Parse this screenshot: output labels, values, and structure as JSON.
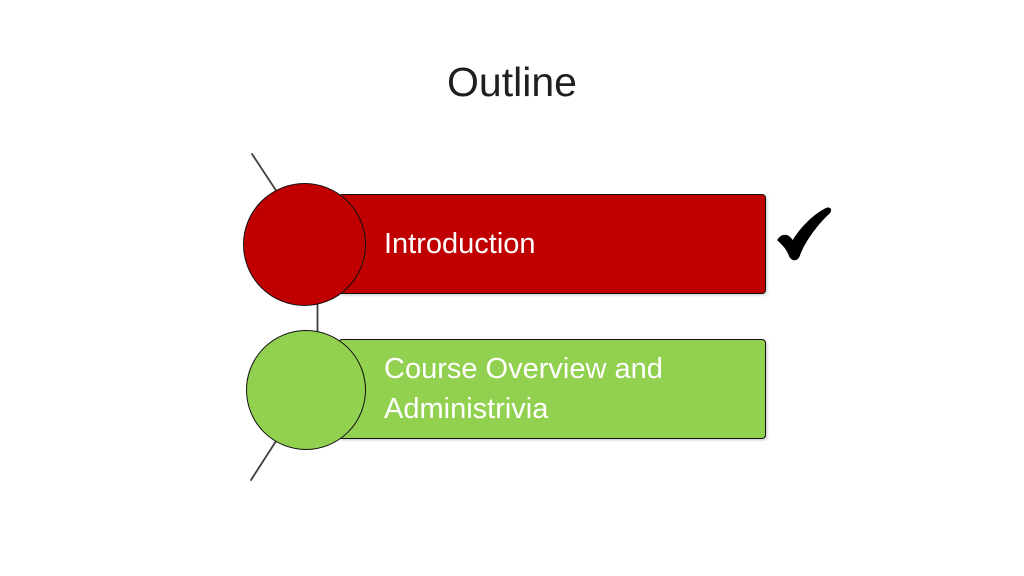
{
  "slide": {
    "title": "Outline",
    "background_color": "#FFFFFF",
    "items": [
      {
        "label": "Introduction",
        "fill_color": "#C00000",
        "text_color": "#FFFFFF",
        "checked": true
      },
      {
        "label": "Course Overview and Administrivia",
        "fill_color": "#92D050",
        "text_color": "#FFFFFF",
        "checked": false
      }
    ],
    "checkmark_color": "#000000",
    "shape_outline_color": "#111111",
    "connector_line_color": "#3f3f3f"
  }
}
